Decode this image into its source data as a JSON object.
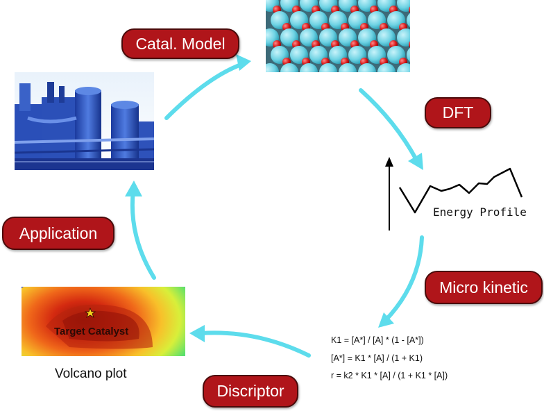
{
  "labels": {
    "catal_model": "Catal. Model",
    "dft": "DFT",
    "micro_kinetic": "Micro kinetic",
    "discriptor": "Discriptor",
    "application": "Application"
  },
  "volcano": {
    "caption": "Volcano plot",
    "target_label": "Target Catalyst"
  },
  "energy_profile": {
    "label": "Energy Profile"
  },
  "equations": [
    "K1 = [A*] / [A] * (1 - [A*])",
    "[A*] = K1 * [A] / (1 + K1)",
    "r = k2 * K1 * [A] / (1 + K1 * [A])"
  ],
  "colors": {
    "pill_fill": "#b0151a",
    "arrow": "#5ddcec",
    "atom_large": "#6fd3e4",
    "atom_small": "#d81a1a"
  }
}
